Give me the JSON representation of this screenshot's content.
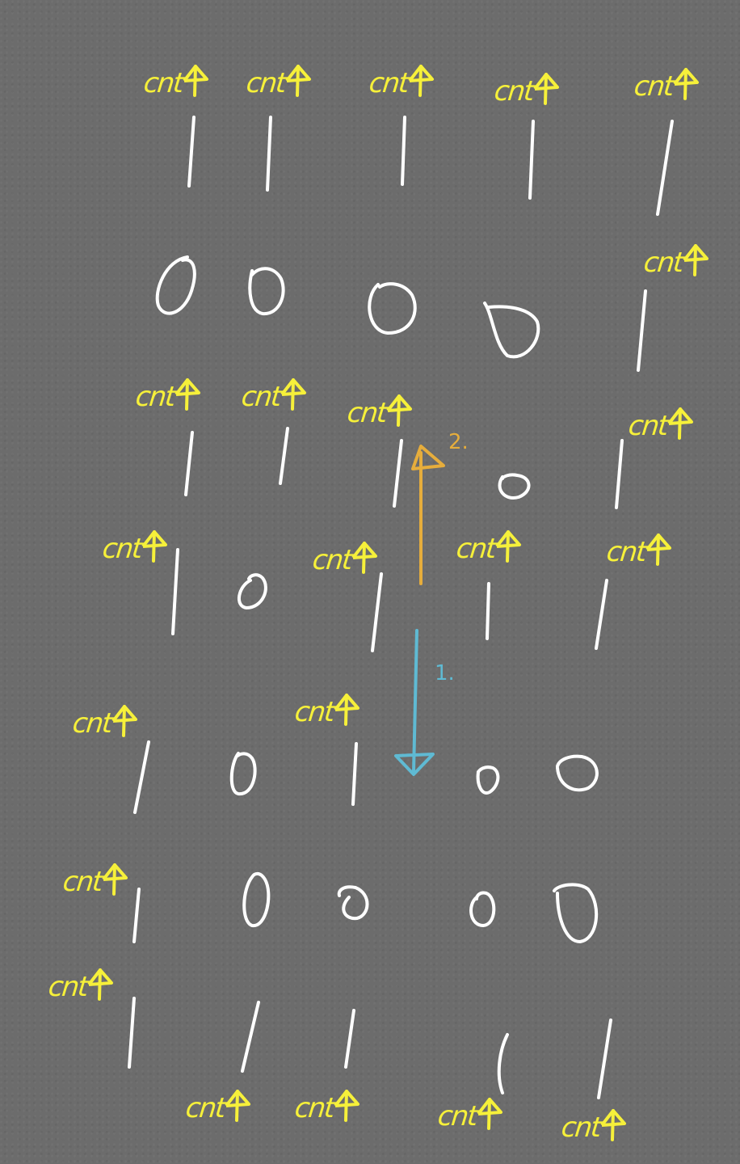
{
  "page": {
    "background": "#6c6c6c"
  },
  "colors": {
    "label": "#f6f03a",
    "stroke": "#ffffff",
    "arrow_up": "#e6ad3c",
    "arrow_down": "#5fbad3"
  },
  "label_text": "cnt",
  "arrows": [
    {
      "number": "2.",
      "direction": "up",
      "color": "#e6ad3c"
    },
    {
      "number": "1.",
      "direction": "down",
      "color": "#5fbad3"
    }
  ],
  "rows": [
    [
      "|",
      "|",
      "|",
      "|",
      "|"
    ],
    [
      "0",
      "0",
      "0",
      "0",
      "|"
    ],
    [
      "|",
      "|",
      "|",
      "0",
      "|"
    ],
    [
      "|",
      "0",
      "|",
      "|",
      "|"
    ],
    [
      "|",
      "0",
      "|",
      "0",
      "0"
    ],
    [
      "|",
      "0",
      "0",
      "0",
      "0"
    ],
    [
      "|",
      "|",
      "|",
      "|",
      "|"
    ]
  ]
}
